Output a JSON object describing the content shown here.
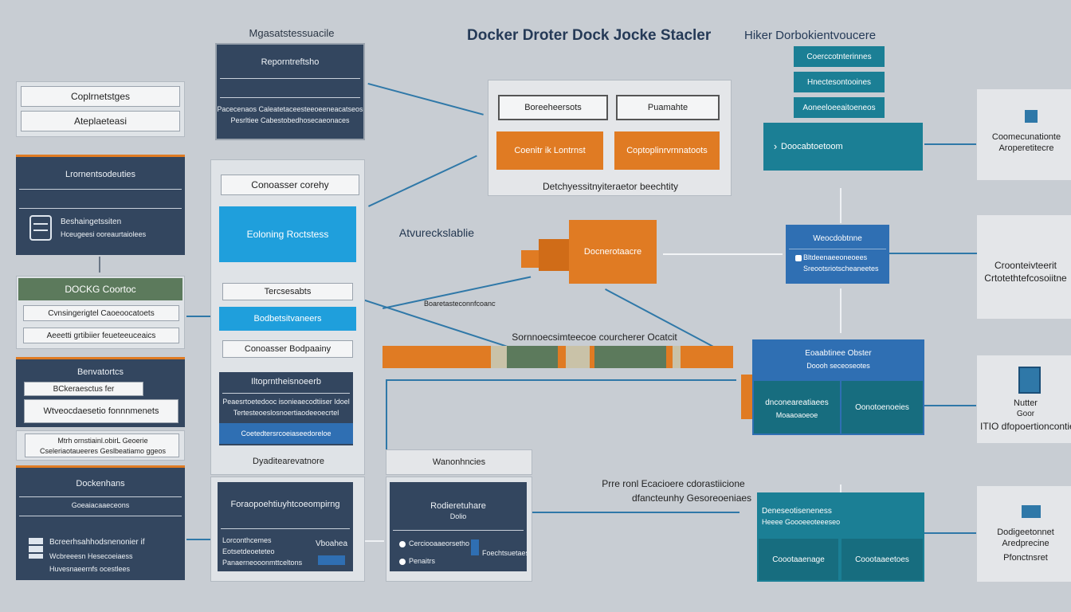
{
  "header": {
    "title": "Docker Droter Dock Jocke Stacler",
    "subtitle_left": "Mgasatstessuacile",
    "title_right": "Hiker Dorbokientvoucere"
  },
  "col1": {
    "top": {
      "line1": "Coplrnetstges",
      "line2": "Ateplaeteasi"
    },
    "block1": {
      "title": "Lrornentsodeuties",
      "row1": "Beshaingetssiten",
      "row2": "Hceugeesi ooreaurtaiolees"
    },
    "block2": {
      "title": "DOCKG Coortoc",
      "row1": "Cvnsingerigtel Caoeoocatoets",
      "row2": "Aeeetti grtibiier feueteeuceaics"
    },
    "block3": {
      "title": "Benvatortcs",
      "row1": "BCkeraesctus fer",
      "row2": "Wtveocdaesetio fonnnmenets"
    },
    "block4": {
      "line1": "Mtrh ornstiainl.obirL Geoerie",
      "line2": "Cseleriaotaueeres Geslbeatiamo ggeos"
    },
    "block5": {
      "title": "Dockenhans",
      "sub": "Goeaiacaaeceons",
      "row1": "Bcreerhsahhodsnenonier if",
      "row2": "Wcbreeesn Hesecoeiaess",
      "row3": "Huvesnaeernfs ocestlees"
    }
  },
  "col2": {
    "top": {
      "title": "Reporntreftsho",
      "line1": "Pacecenaos Caleatetaceesteeoeeneacatseos",
      "line2": "Pesrltiee Cabestobedhosecaeonaces"
    },
    "panel": {
      "label1": "Conoasser corehy",
      "blue1": "Eoloning Roctstess",
      "label2": "Tercsesabts",
      "blue2": "Bodbetsitvaneers",
      "label3": "Conoasser Bodpaainy"
    },
    "inner": {
      "title": "Iltoprntheisnoeerb",
      "line1": "Peaesrtoetedooc isonieaecodtiiser Idoel",
      "line2": "Tertesteoeslosnoertiaodeeoecrtel",
      "bar": "Coetedtersrcoeiaseedoreloe"
    },
    "footer": "Dyaditearevatnore",
    "bottom": {
      "title": "Foraopoehtiuyhtcoeompirng",
      "row1": "Lorconthcemes",
      "row2": "Eotsetdeoeteteo",
      "row3": "Panaerneooonmttceltons",
      "badge": "Vboahea"
    }
  },
  "col3": {
    "header": "Wanonhncies",
    "title": "Rodieretuhare",
    "sub": "Dolio",
    "row1": "Cerciooaaeorsetho",
    "row2": "Penaitrs",
    "row3": "Foechtsuetaesseo"
  },
  "center": {
    "box": {
      "btn1": "Boreeheersots",
      "btn2": "Puamahte",
      "orange1": "Coenitr ik Lontrnst",
      "orange2": "Coptoplinrvrnnatoots",
      "footer": "Detchyessitnyiteraetor beechtity"
    },
    "label": "Atvureckslablie",
    "orange": "Docnerotaacre",
    "small": "Boaretasteconnfcoanctieats",
    "main_label": "Sornnoecsimteecoe courcherer Ocatcit",
    "note1": "Prre ronl Ecacioere cdorastiicione",
    "note2": "dfancteunhy Gesoreoeniaes"
  },
  "right": {
    "stack": [
      "Coerccotnterinnes",
      "Hnectesontooines",
      "Aoneeloeeaitoeneos"
    ],
    "deploy": "Doocabtoetoom",
    "mid": {
      "title": "Weocdobtnne",
      "row1": "Bltdeenaeeoneoees",
      "row2": "Sreootsriotscheaneetes"
    },
    "cluster": {
      "title": "Eoaabtinee Obster",
      "sub": "Doooh seceoseotes",
      "cell1": "dnconeareatiaees",
      "cell1b": "Moaaoaoeoe",
      "cell2": "Oonotoenoeies"
    },
    "bottom": {
      "row1": "Deneseotiseneness",
      "row2": "Heeee Goooeeoteeeseo",
      "cell1": "Coootaaenage",
      "cell2": "Coootaaeetoes"
    },
    "edge1": {
      "line1": "Coomecunationte",
      "line2": "Aroperetitecre"
    },
    "edge2": {
      "line1": "Croonteivteerit",
      "line2": "Crtotethtefcosoiitne"
    },
    "edge3": {
      "line1": "Nutter",
      "line2": "Goor",
      "line3": "ITIO dfopoertioncontie"
    },
    "edge4": {
      "line1": "Dodigeetonnet",
      "line2": "Aredprecine",
      "line3": "Pfonctnsret"
    }
  },
  "colors": {
    "navy": "#33465f",
    "blue": "#1f9fdc",
    "orange": "#e07b23",
    "teal": "#1b7f95",
    "royal": "#2f6fb3",
    "line": "#2f78a8"
  }
}
